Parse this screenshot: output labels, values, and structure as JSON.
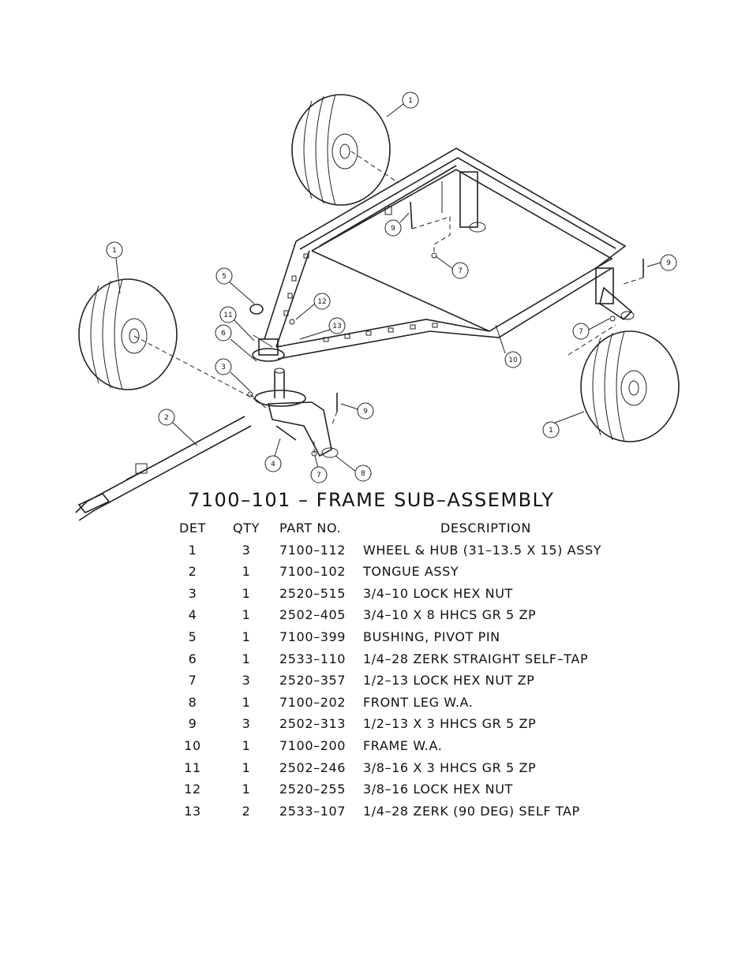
{
  "drawing": {
    "callouts": [
      "1",
      "1",
      "1",
      "2",
      "3",
      "4",
      "5",
      "6",
      "7",
      "7",
      "7",
      "8",
      "9",
      "9",
      "9",
      "10",
      "11",
      "12",
      "13"
    ]
  },
  "title": "7100–101 – FRAME SUB–ASSEMBLY",
  "table": {
    "headers": {
      "det": "DET",
      "qty": "QTY",
      "part": "PART NO.",
      "desc": "DESCRIPTION"
    },
    "rows": [
      {
        "det": "1",
        "qty": "3",
        "part": "7100–112",
        "desc": "WHEEL & HUB (31–13.5 X 15) ASSY"
      },
      {
        "det": "2",
        "qty": "1",
        "part": "7100–102",
        "desc": "TONGUE ASSY"
      },
      {
        "det": "3",
        "qty": "1",
        "part": "2520–515",
        "desc": "3/4–10 LOCK HEX NUT"
      },
      {
        "det": "4",
        "qty": "1",
        "part": "2502–405",
        "desc": "3/4–10 X 8 HHCS GR 5 ZP"
      },
      {
        "det": "5",
        "qty": "1",
        "part": "7100–399",
        "desc": "BUSHING, PIVOT PIN"
      },
      {
        "det": "6",
        "qty": "1",
        "part": "2533–110",
        "desc": "1/4–28 ZERK STRAIGHT SELF–TAP"
      },
      {
        "det": "7",
        "qty": "3",
        "part": "2520–357",
        "desc": "1/2–13 LOCK HEX NUT ZP"
      },
      {
        "det": "8",
        "qty": "1",
        "part": "7100–202",
        "desc": "FRONT LEG W.A."
      },
      {
        "det": "9",
        "qty": "3",
        "part": "2502–313",
        "desc": "1/2–13 X 3 HHCS GR 5 ZP"
      },
      {
        "det": "10",
        "qty": "1",
        "part": "7100–200",
        "desc": "FRAME W.A."
      },
      {
        "det": "11",
        "qty": "1",
        "part": "2502–246",
        "desc": "3/8–16 X 3 HHCS GR 5 ZP"
      },
      {
        "det": "12",
        "qty": "1",
        "part": "2520–255",
        "desc": "3/8–16 LOCK HEX NUT"
      },
      {
        "det": "13",
        "qty": "2",
        "part": "2533–107",
        "desc": "1/4–28 ZERK (90 DEG) SELF TAP"
      }
    ]
  }
}
